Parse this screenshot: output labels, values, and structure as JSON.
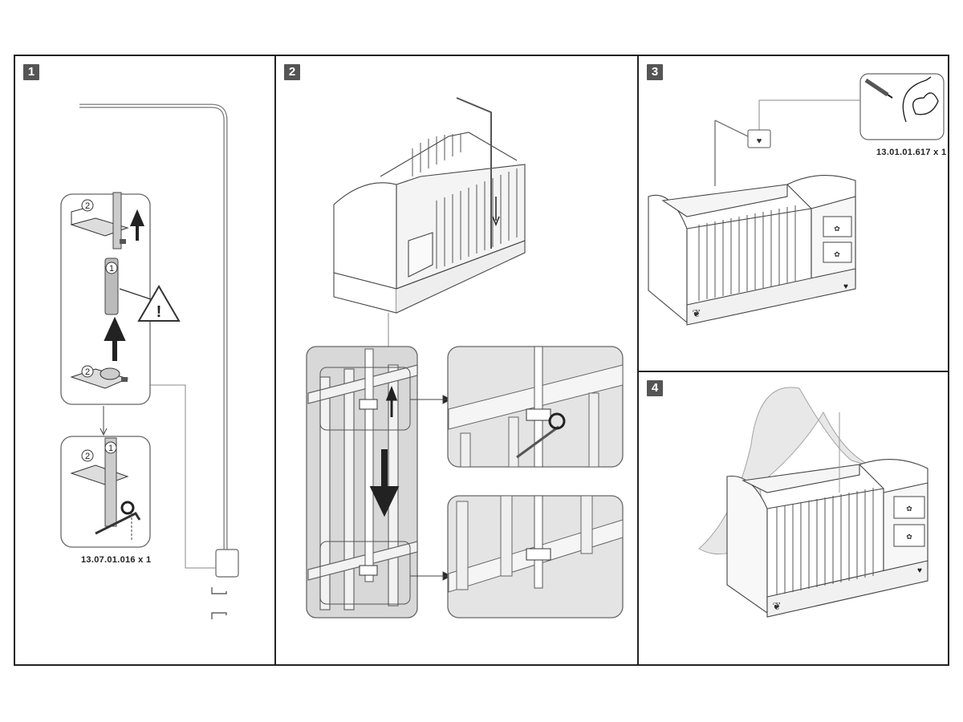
{
  "steps": [
    {
      "number": "1",
      "part_code": "13.07.01.016 x 1"
    },
    {
      "number": "2"
    },
    {
      "number": "3",
      "part_code": "13.01.01.617 x 1"
    },
    {
      "number": "4"
    }
  ],
  "callouts": {
    "bracket_label": "2",
    "rod_label": "1",
    "warning_symbol": "!"
  }
}
